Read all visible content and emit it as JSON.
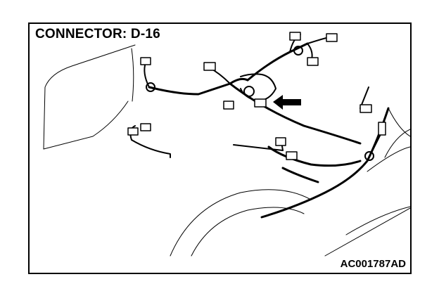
{
  "diagram": {
    "title": "CONNECTOR: D-16",
    "figure_code": "AC001787AD",
    "colors": {
      "line": "#000000",
      "background": "#ffffff"
    },
    "icons": [
      "arrow-pointer",
      "connector-block",
      "grommet"
    ]
  }
}
